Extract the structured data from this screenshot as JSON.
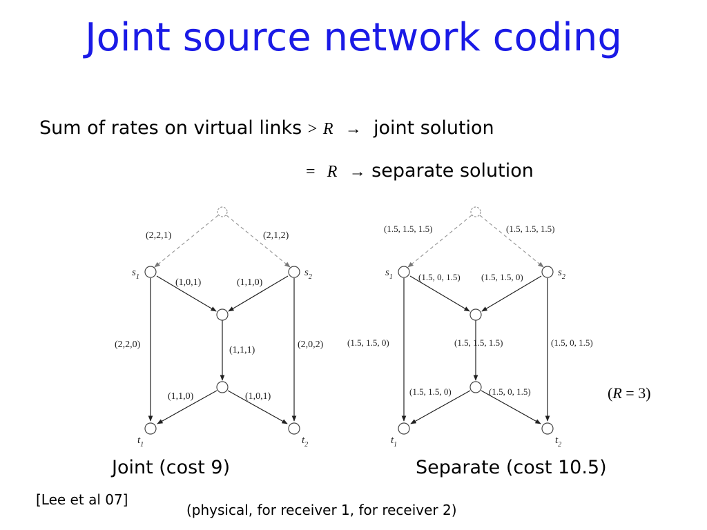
{
  "slide": {
    "title": "Joint source network coding",
    "line1": {
      "text": "Sum of rates on virtual links",
      "op": ">",
      "var": "R",
      "arrow": "→",
      "result": "joint solution"
    },
    "line2": {
      "op": "=",
      "var": "R",
      "arrow": "→",
      "result": "separate solution"
    },
    "captions": {
      "joint": "Joint (cost 9)",
      "separate": "Separate (cost 10.5)"
    },
    "reference": "[Lee et al 07]",
    "legend": "(physical, for receiver 1, for receiver 2)",
    "r_note": {
      "open": "(",
      "var": "R",
      "rest": " = 3)"
    }
  },
  "diagrams": {
    "joint": {
      "nodes": {
        "s1": "s",
        "s1_sub": "1",
        "s2": "s",
        "s2_sub": "2",
        "t1": "t",
        "t1_sub": "1",
        "t2": "t",
        "t2_sub": "2"
      },
      "edges": {
        "src_s1": "(2,2,1)",
        "src_s2": "(2,1,2)",
        "s1_mid": "(1,0,1)",
        "s2_mid": "(1,1,0)",
        "s1_t1": "(2,2,0)",
        "mid_low": "(1,1,1)",
        "s2_t2": "(2,0,2)",
        "low_t1": "(1,1,0)",
        "low_t2": "(1,0,1)"
      }
    },
    "separate": {
      "nodes": {
        "s1": "s",
        "s1_sub": "1",
        "s2": "s",
        "s2_sub": "2",
        "t1": "t",
        "t1_sub": "1",
        "t2": "t",
        "t2_sub": "2"
      },
      "edges": {
        "src_s1": "(1.5, 1.5, 1.5)",
        "src_s2": "(1.5, 1.5, 1.5)",
        "s1_mid": "(1.5, 0, 1.5)",
        "s2_mid": "(1.5, 1.5, 0)",
        "s1_t1": "(1.5, 1.5, 0)",
        "mid_low": "(1.5, 1.5, 1.5)",
        "s2_t2": "(1.5, 0, 1.5)",
        "low_t1": "(1.5, 1.5, 0)",
        "low_t2": "(1.5, 0, 1.5)"
      }
    }
  },
  "colors": {
    "title": "#1a1ae6",
    "edge": "#222222",
    "virtual_edge": "#999999"
  }
}
